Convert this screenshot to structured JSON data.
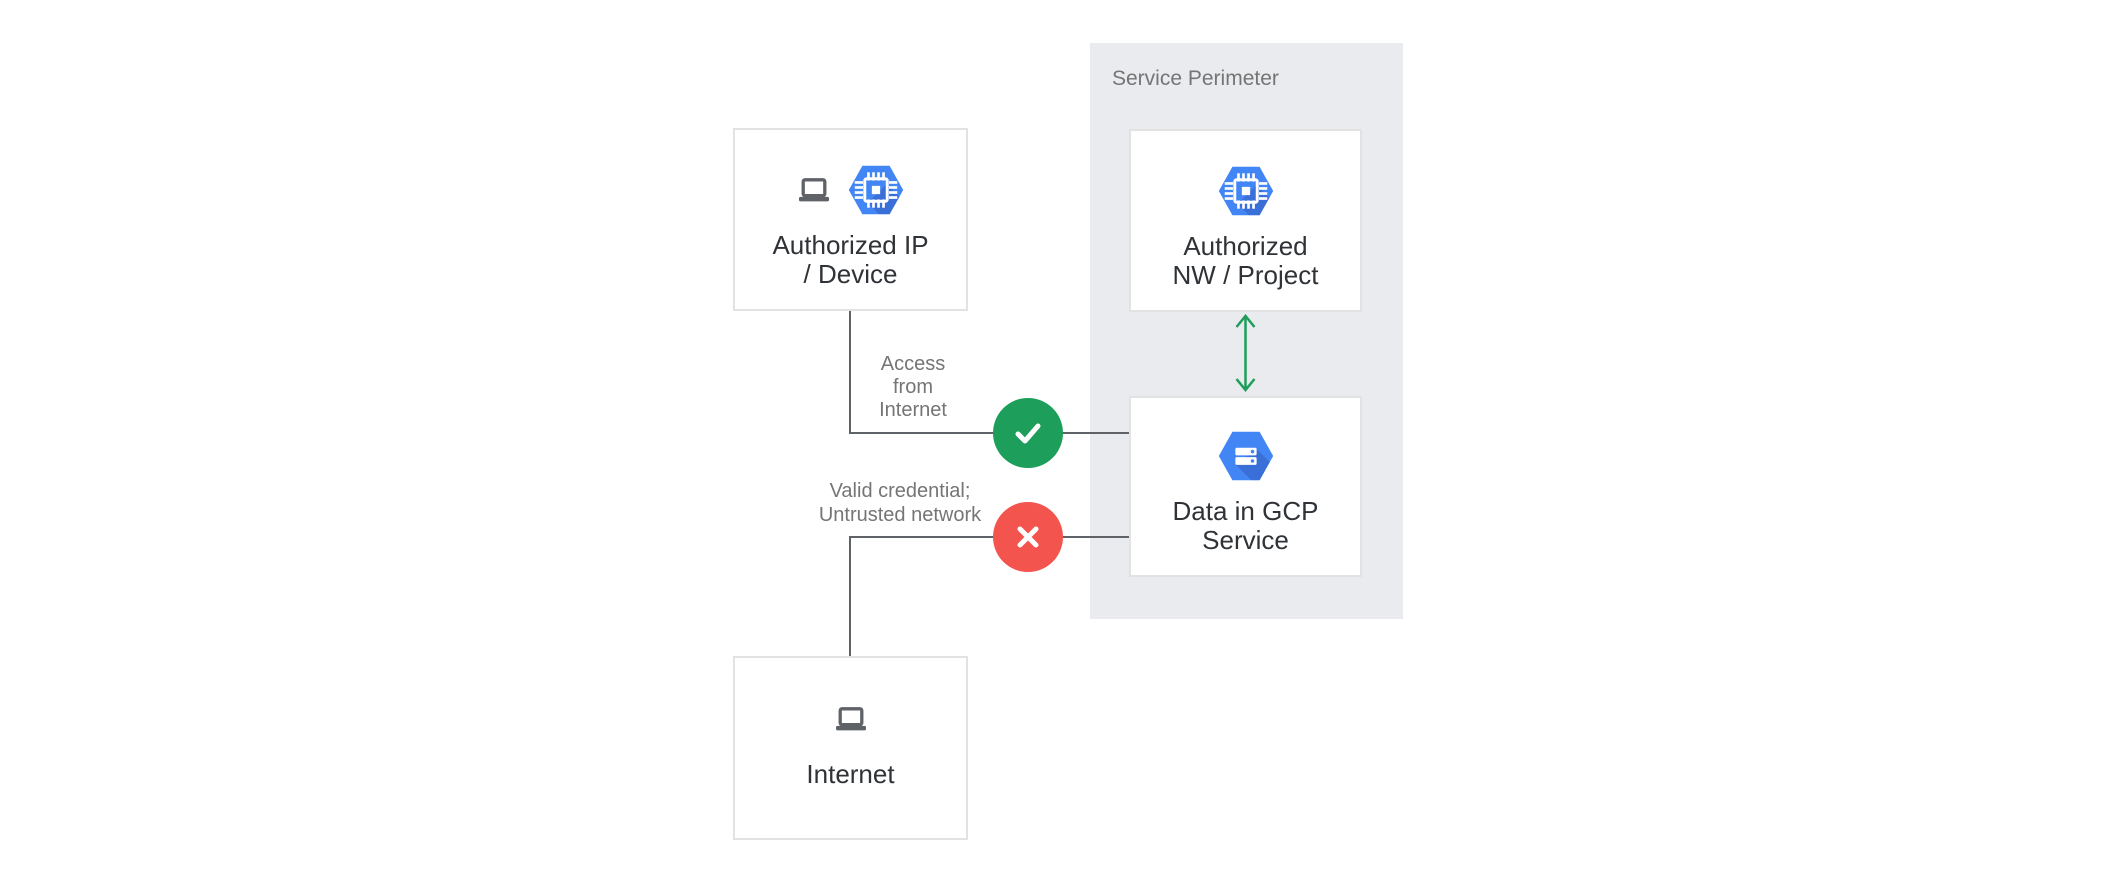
{
  "perimeter": {
    "label": "Service Perimeter"
  },
  "nodes": {
    "authorized_ip": {
      "line1": "Authorized IP",
      "line2": "/ Device",
      "icons": [
        "laptop-icon",
        "gcp-hexagon-chip-icon"
      ]
    },
    "authorized_nw": {
      "line1": "Authorized",
      "line2": "NW / Project",
      "icons": [
        "gcp-hexagon-chip-icon"
      ]
    },
    "data_gcp": {
      "line1": "Data in GCP",
      "line2": "Service",
      "icons": [
        "gcp-hexagon-storage-icon"
      ]
    },
    "internet": {
      "label": "Internet",
      "icons": [
        "laptop-icon"
      ]
    }
  },
  "edge_labels": {
    "access": {
      "line1": "Access",
      "line2": "from",
      "line3": "Internet"
    },
    "denied": {
      "line1": "Valid credential;",
      "line2": "Untrusted network"
    }
  },
  "badges": {
    "allowed": "check-icon",
    "denied": "cross-icon"
  },
  "flow": {
    "perimeter_internal_link": "double-arrow-icon"
  },
  "colors": {
    "gcp_blue": "#4285F4",
    "gcp_blue_shadow": "#3A6FD8",
    "success_green": "#1E9E5B",
    "error_red": "#F4544E",
    "perimeter_bg": "#E9EBEE",
    "connector_gray": "#5F6368",
    "label_gray": "#757575",
    "node_text": "#2F3337",
    "box_border": "#E2E2E2",
    "icon_gray": "#5F6368"
  }
}
